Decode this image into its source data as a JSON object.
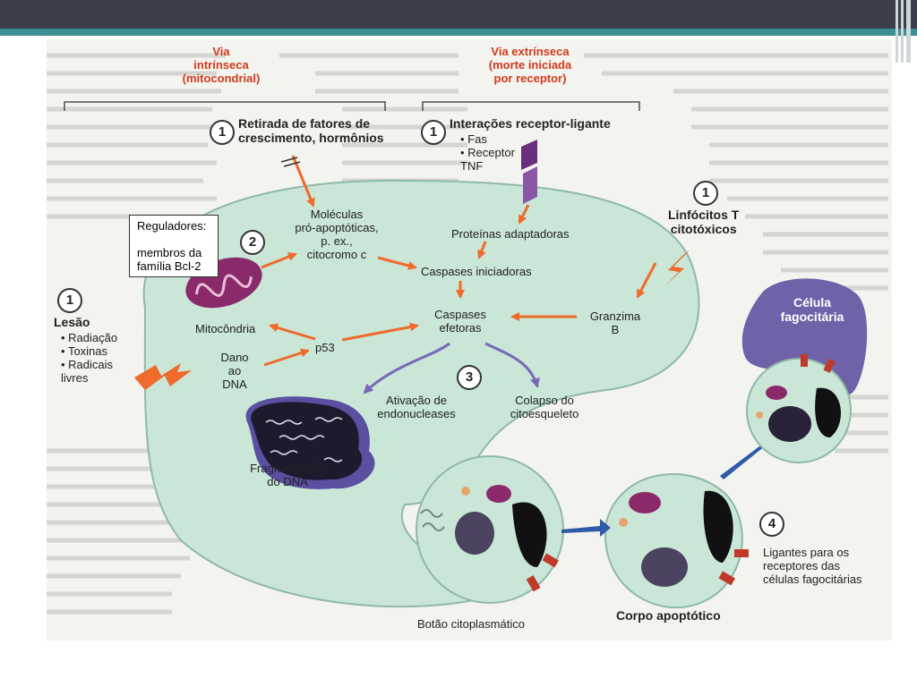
{
  "pathways": {
    "intrinsic": "Via\nintrínseca\n(mitocondrial)",
    "extrinsic": "Via extrínseca\n(morte iniciada\npor receptor)"
  },
  "steps": {
    "withdrawal": "Retirada de fatores de\ncrescimento, hormônios",
    "receptor_interactions": "Interações receptor-ligante",
    "receptor_items": [
      "Fas",
      "Receptor\nTNF"
    ],
    "lymphocytes": "Linfócitos T\ncitotóxicos",
    "injury": "Lesão",
    "injury_items": [
      "Radiação",
      "Toxinas",
      "Radicais\nlivres"
    ]
  },
  "labels": {
    "regulators": "Reguladores:\n\nmembros da\nfamília Bcl-2",
    "molecules": "Moléculas\npró-apoptóticas,\np. ex.,\ncitocromo c",
    "adapter_proteins": "Proteínas adaptadoras",
    "initiator_caspases": "Caspases iniciadoras",
    "effector_caspases": "Caspases\nefetoras",
    "granzyme": "Granzima\nB",
    "mitochondria": "Mitocôndria",
    "p53": "p53",
    "dna_damage": "Dano\nao\nDNA",
    "endonuclease": "Ativação de\nendonucleases",
    "cytoskeleton": "Colapso do\ncitoesqueleto",
    "dna_fragmentation": "Fragmentação\ndo DNA",
    "phagocyte": "Célula\nfagocitária",
    "ligands": "Ligantes para os\nreceptores das\ncélulas fagocitárias",
    "cytoplasmic_bud": "Botão citoplasmático",
    "apoptotic_body": "Corpo apoptótico"
  },
  "step_numbers": [
    "1",
    "1",
    "1",
    "1",
    "2",
    "3",
    "4"
  ],
  "colors": {
    "header_bar": "#3a3f4a",
    "accent_bar": "#3c8f93",
    "title_red": "#d23a1b",
    "arrow_orange": "#ef6a2b",
    "arrow_purple": "#7a67b8",
    "cell_fill": "#c9e6d6",
    "mito_purple": "#8b2a6b",
    "phagocyte_purple": "#6f62a8",
    "arrow_blue": "#2e5aa8"
  }
}
